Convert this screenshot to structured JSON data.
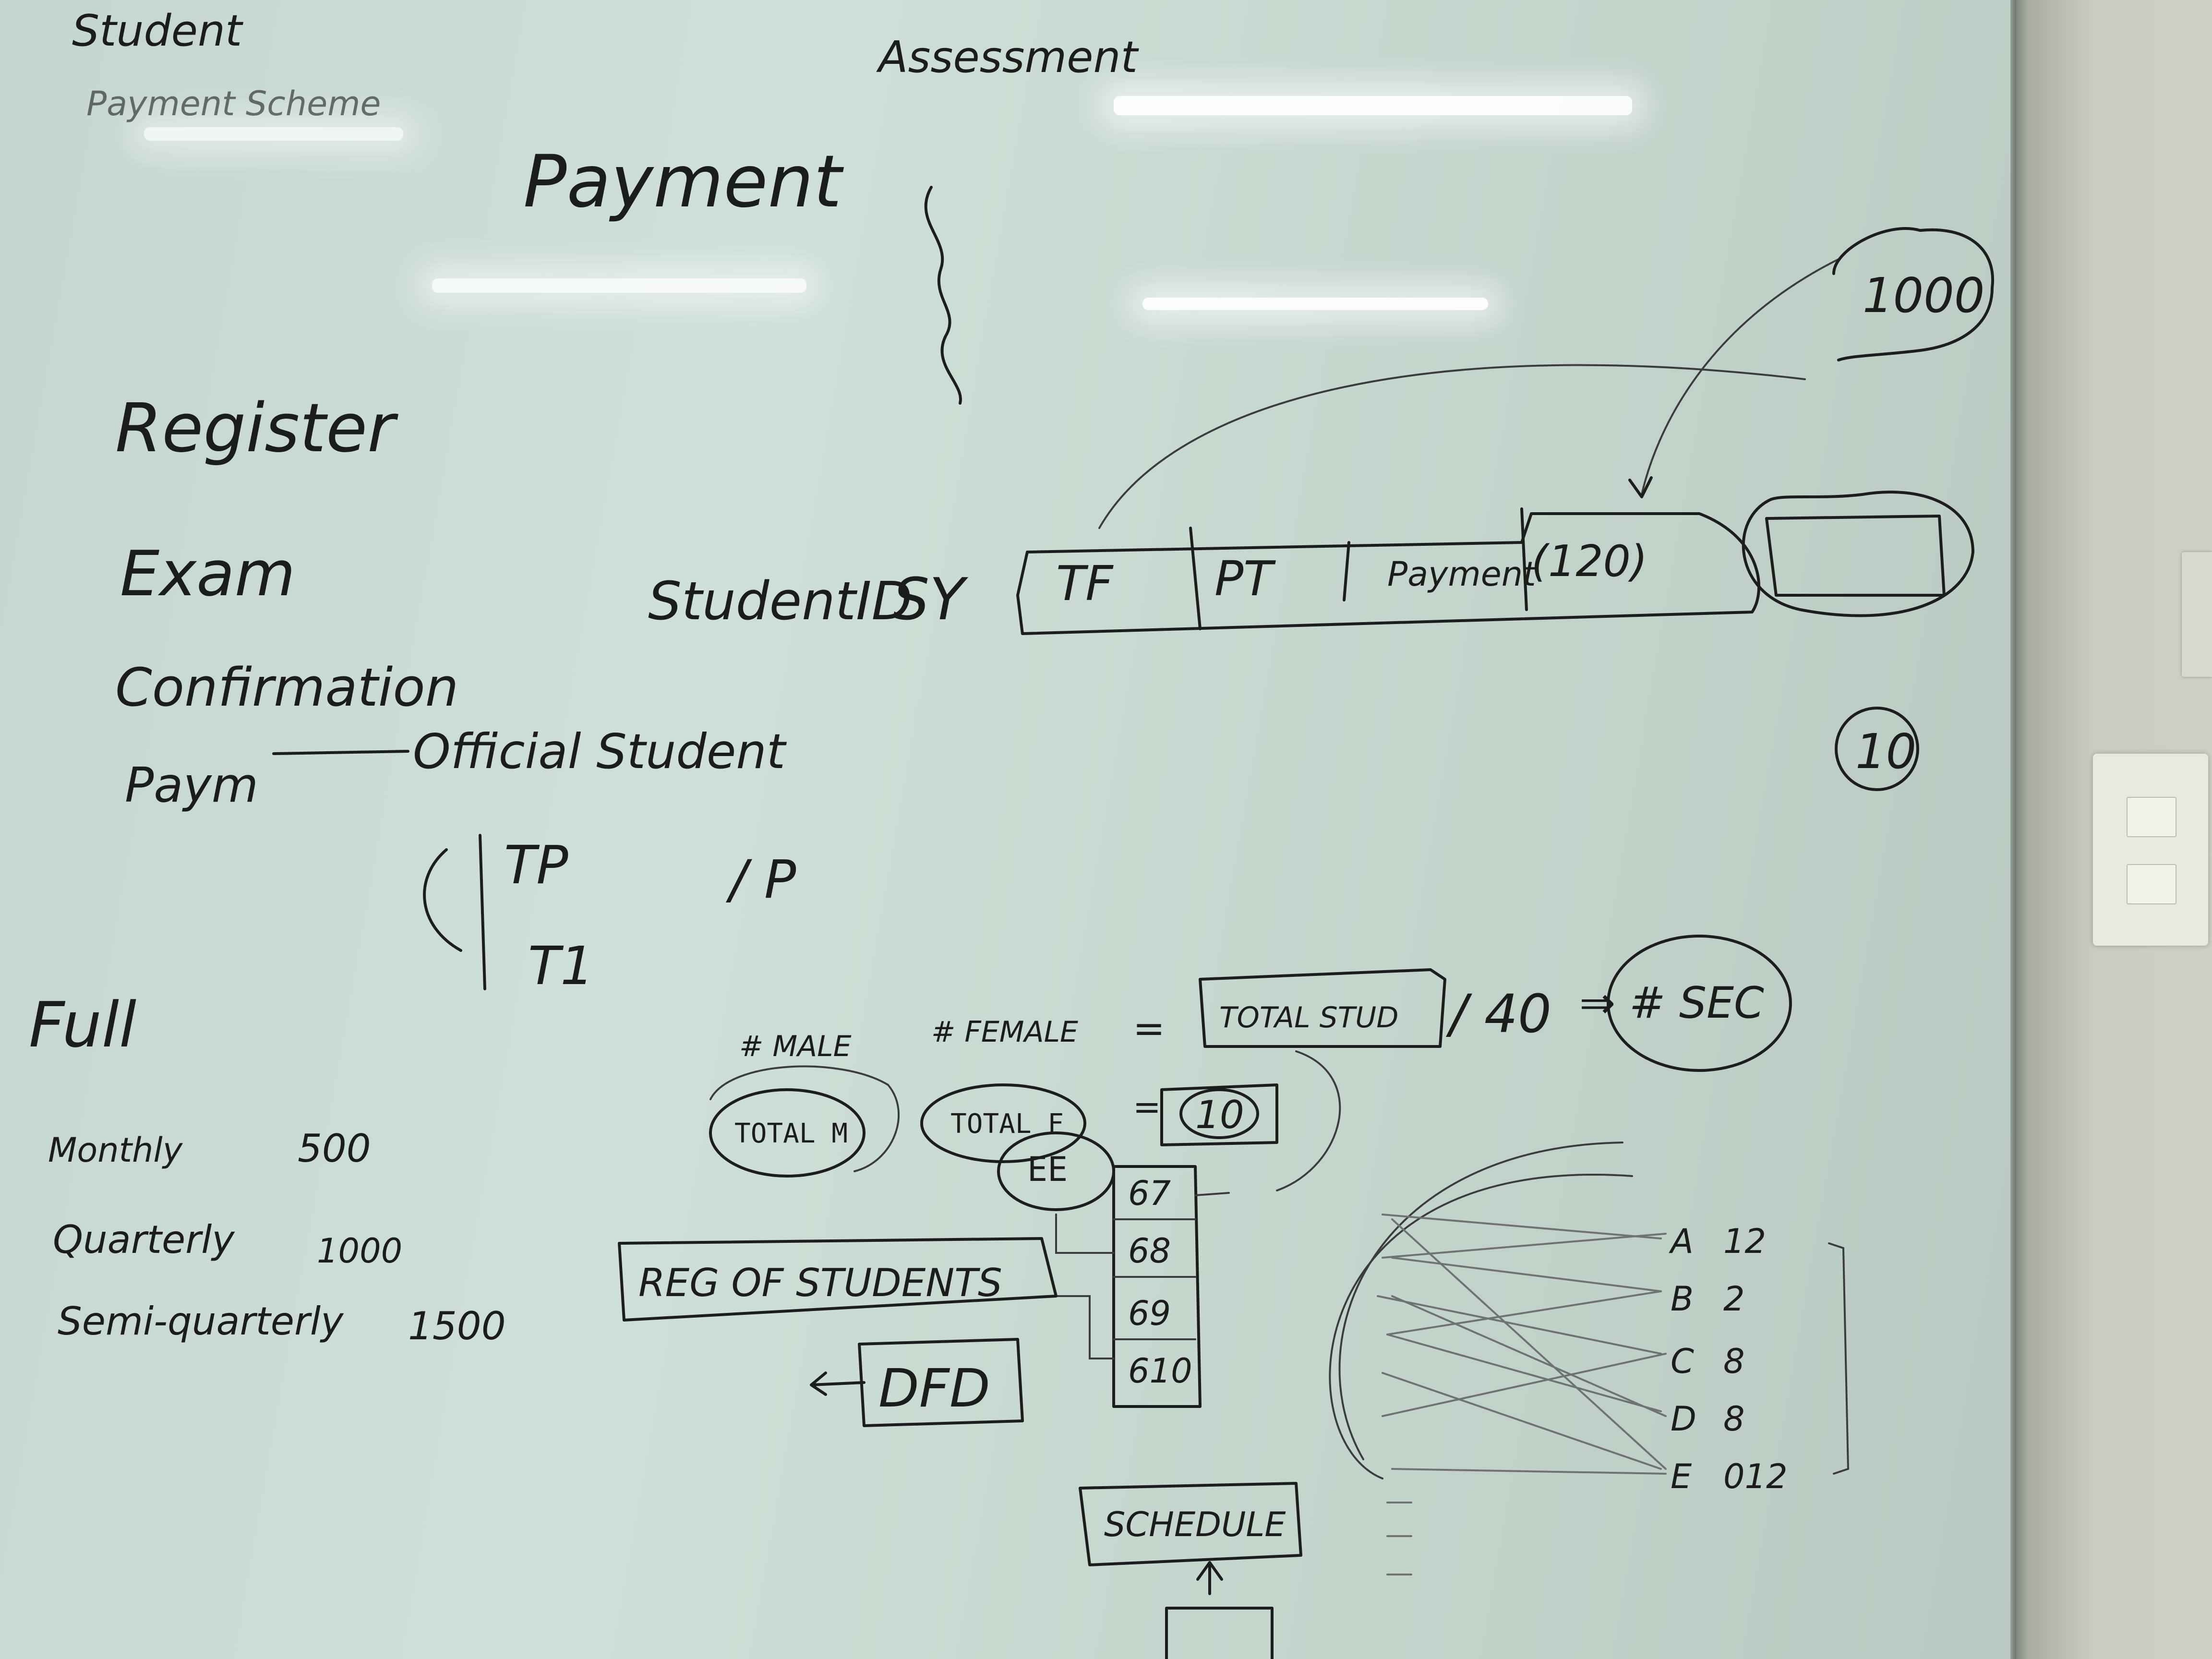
{
  "board": {
    "left_notes": {
      "student": "Student",
      "payment_scheme": "Payment Scheme",
      "payment_title": "Payment",
      "assessment": "Assessment",
      "register": "Register",
      "exam": "Exam",
      "confirmation": "Confirmation",
      "paym": "Paym",
      "official_student": "Official Student",
      "tp": "TP",
      "p": "/ P",
      "t1": "T1",
      "full": "Full",
      "monthly": "Monthly",
      "monthly_amount": "500",
      "quarterly": "Quarterly",
      "quarterly_amount": "1000",
      "semi_quarterly": "Semi-quarterly",
      "semi_quarterly_amount": "1500"
    },
    "record": {
      "student_id": "StudentID",
      "sy": "SY",
      "tf": "TF",
      "pt": "PT",
      "payment": "Payment",
      "amount_note": "(120)",
      "callout_value": "1000",
      "circled_number": "10"
    },
    "enrollment": {
      "male": "# MALE",
      "female": "# FEMALE",
      "equals": "=",
      "total_stud": "TOTAL STUD",
      "divide": "/ 40",
      "arrow_sec": "⇒ # SEC",
      "total_m": "TOTAL M",
      "total_f": "TOTAL F",
      "ten": "10",
      "ee": "EE",
      "rows": [
        "67",
        "68",
        "69",
        "610"
      ],
      "reg_of_students": "REG OF STUDENTS",
      "dfd": "DFD",
      "schedule": "SCHEDULE"
    },
    "grades": {
      "letters": [
        "A",
        "B",
        "C",
        "D",
        "E"
      ],
      "values": [
        "12",
        "2",
        "8",
        "8",
        "012"
      ]
    }
  }
}
